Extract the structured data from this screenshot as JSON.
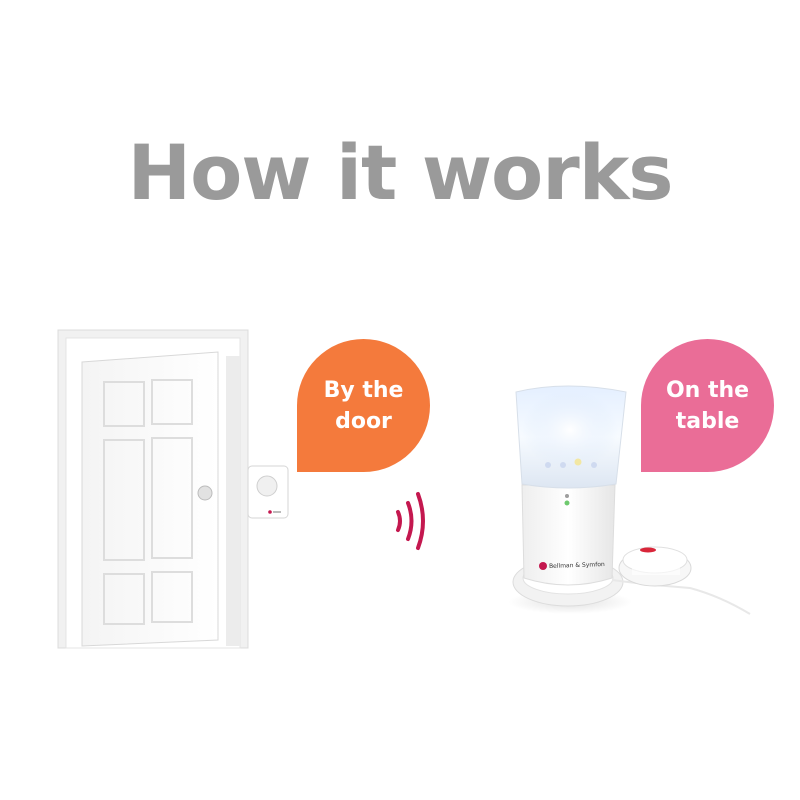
{
  "title": "How it works",
  "bubbles": {
    "door": {
      "line1": "By the",
      "line2": "door",
      "color": "#f47a3c"
    },
    "table": {
      "line1": "On the",
      "line2": "table",
      "color": "#ea6d97"
    }
  },
  "signal": {
    "color": "#c4184f",
    "icon": "wireless-signal-icon"
  },
  "product": {
    "brand": "Bellman & Symfon"
  },
  "colors": {
    "title": "#9a9a9a",
    "background": "#ffffff"
  }
}
